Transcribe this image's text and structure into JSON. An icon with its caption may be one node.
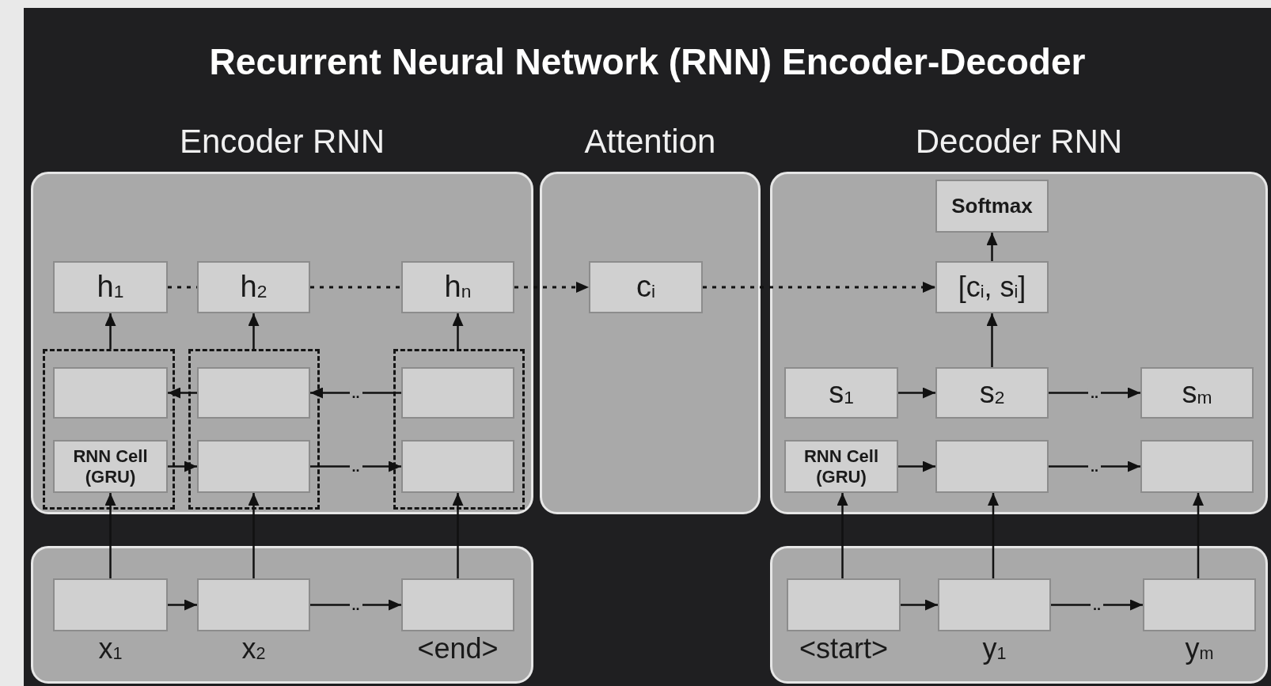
{
  "diagram": {
    "title": "Recurrent Neural Network (RNN) Encoder-Decoder",
    "nodes": [
      {
        "text": [
          "Encoder RNN"
        ]
      },
      {
        "text": [
          "h$_{1}$"
        ],
        "in": 0
      },
      {
        "text": [
          "h$_{2}$"
        ],
        "in": 0
      },
      {
        "text": [
          "h$_{n}$"
        ],
        "in": 0
      },
      {
        "text": [],
        "shape": "box",
        "in": 0
      },
      {
        "text": [],
        "shape": "box",
        "in": 0
      },
      {
        "text": [],
        "shape": "box",
        "in": 0
      },
      {
        "text": [],
        "shape": "box",
        "in": 4
      },
      {
        "text": [],
        "shape": "box",
        "in": 5
      },
      {
        "text": [],
        "shape": "box",
        "in": 6
      },
      {
        "text": [
          "RNN Cell (GRU)"
        ],
        "in": 4
      },
      {
        "text": [],
        "shape": "box",
        "in": 5
      },
      {
        "text": [],
        "shape": "box",
        "in": 6
      },
      {
        "text": [
          "Attention"
        ]
      },
      {
        "text": [
          "c$_{i}$"
        ],
        "in": 13
      },
      {
        "text": [
          "Decoder RNN"
        ]
      },
      {
        "text": [
          "Softmax"
        ],
        "in": 15
      },
      {
        "text": [
          "[c$_{i}$, s$_{i}$]"
        ],
        "in": 15
      },
      {
        "text": [
          "s$_{1}$"
        ],
        "in": 15
      },
      {
        "text": [
          "s$_{2}$"
        ],
        "in": 15
      },
      {
        "text": [
          "s$_{m}$"
        ],
        "in": 15
      },
      {
        "text": [
          "RNN Cell (GRU)"
        ],
        "in": 15
      },
      {
        "text": [],
        "shape": "box",
        "in": 15
      },
      {
        "text": [],
        "shape": "box",
        "in": 15
      },
      {
        "text": [],
        "shape": "box"
      },
      {
        "text": [],
        "shape": "box",
        "in": 24,
        "beside": [
          "x$_{1}$"
        ]
      },
      {
        "text": [],
        "shape": "box",
        "in": 24,
        "beside": [
          "x$_{2}$"
        ]
      },
      {
        "text": [],
        "shape": "box",
        "in": 24,
        "beside": [
          "<end>"
        ]
      },
      {
        "text": [],
        "shape": "box"
      },
      {
        "text": [],
        "shape": "box",
        "in": 28,
        "beside": [
          "<start>"
        ]
      },
      {
        "text": [],
        "shape": "box",
        "in": 28,
        "beside": [
          "y$_{1}$"
        ]
      },
      {
        "text": [],
        "shape": "box",
        "in": 28,
        "beside": [
          "y$_{m}$"
        ]
      }
    ],
    "edges": [
      {
        "from": 4,
        "to": 1,
        "arrow": "to"
      },
      {
        "from": 5,
        "to": 2,
        "arrow": "to"
      },
      {
        "from": 6,
        "to": 3,
        "arrow": "to"
      },
      {
        "from": 1,
        "to": 2,
        "arrow": "none",
        "style": "dashed"
      },
      {
        "from": 2,
        "to": 3,
        "arrow": "none",
        "style": "dashed"
      },
      {
        "from": 3,
        "to": 14,
        "arrow": "to",
        "style": "dashed"
      },
      {
        "from": 14,
        "to": 17,
        "arrow": "to",
        "style": "dashed"
      },
      {
        "from": 8,
        "to": 7,
        "arrow": "to"
      },
      {
        "from": 9,
        "to": 8,
        "arrow": "to",
        "label": ".."
      },
      {
        "from": 10,
        "to": 11,
        "arrow": "to"
      },
      {
        "from": 11,
        "to": 12,
        "arrow": "to",
        "label": ".."
      },
      {
        "from": 25,
        "to": 26,
        "arrow": "to"
      },
      {
        "from": 26,
        "to": 27,
        "arrow": "to",
        "label": ".."
      },
      {
        "from": 25,
        "to": 10,
        "arrow": "to"
      },
      {
        "from": 26,
        "to": 11,
        "arrow": "to"
      },
      {
        "from": 27,
        "to": 12,
        "arrow": "to"
      },
      {
        "from": 17,
        "to": 16,
        "arrow": "to"
      },
      {
        "from": 19,
        "to": 17,
        "arrow": "to"
      },
      {
        "from": 18,
        "to": 19,
        "arrow": "to"
      },
      {
        "from": 19,
        "to": 20,
        "arrow": "to",
        "label": ".."
      },
      {
        "from": 21,
        "to": 22,
        "arrow": "to"
      },
      {
        "from": 22,
        "to": 23,
        "arrow": "to",
        "label": ".."
      },
      {
        "from": 29,
        "to": 30,
        "arrow": "to"
      },
      {
        "from": 30,
        "to": 31,
        "arrow": "to",
        "label": ".."
      },
      {
        "from": 29,
        "to": 21,
        "arrow": "to"
      },
      {
        "from": 30,
        "to": 22,
        "arrow": "to"
      },
      {
        "from": 31,
        "to": 23,
        "arrow": "to"
      }
    ]
  }
}
